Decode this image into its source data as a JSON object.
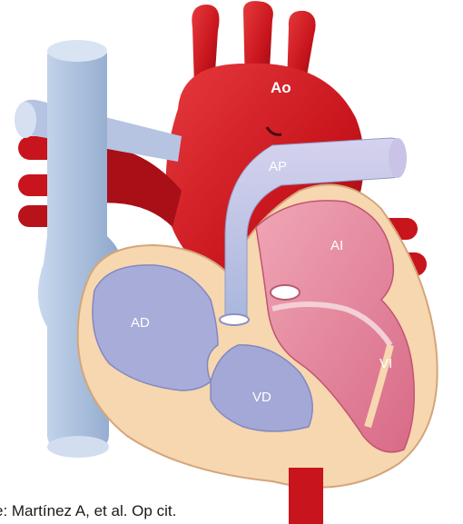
{
  "diagram": {
    "labels": {
      "ao": "Ao",
      "ap": "AP",
      "ai": "AI",
      "ad": "AD",
      "vi": "VI",
      "vd": "VD"
    },
    "caption": "e: Martínez A, et al. Op cit."
  },
  "colors": {
    "aorta": "#c8141c",
    "aorta_dark": "#8a0c12",
    "pulmonary": "#b3bfe0",
    "vena_cava": "#a9bfdc",
    "right_chambers": "#a7acd9",
    "left_chambers": "#e88aa0",
    "myocardium": "#f6d7b0"
  }
}
